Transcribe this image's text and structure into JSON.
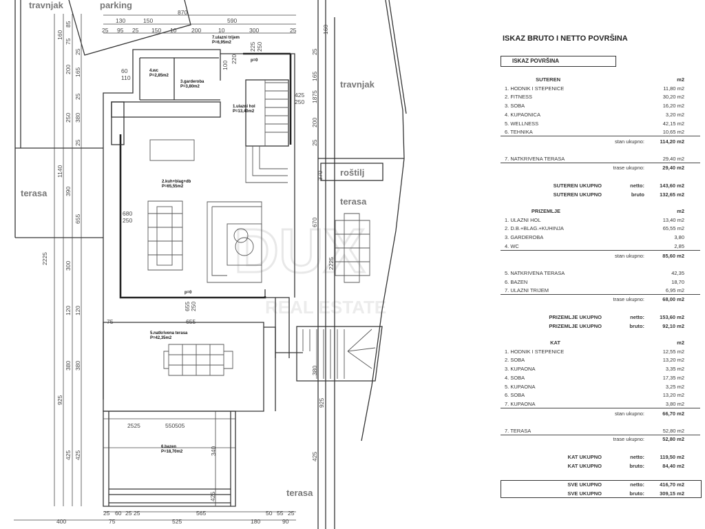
{
  "plan": {
    "labels": {
      "travnjak_left": "travnjak",
      "parking": "parking",
      "travnjak_right": "travnjak",
      "rostilj": "roštilj",
      "terasa_left": "terasa",
      "terasa_right": "terasa",
      "terasa_bottom": "terasa"
    },
    "rooms": {
      "ulazni_trijem": [
        "7.ulazni trijem",
        "P=6,95m2"
      ],
      "wc": [
        "4.wc",
        "P=2,85m2"
      ],
      "garderoba": [
        "3.garderoba",
        "P=3,80m2"
      ],
      "ulazni_hol": [
        "1.ulazni hol",
        "P=13,40m2"
      ],
      "kuhinja": [
        "2.kuh+blag+db",
        "P=65,55m2"
      ],
      "natkrivena_terasa": [
        "5.natkrivena terasa",
        "P=42,35m2"
      ],
      "bazen": [
        "6.bazen",
        "P=18,70m2"
      ]
    },
    "levels": [
      "p=0",
      "p=0"
    ],
    "dimensions": [
      "870",
      "130",
      "150",
      "590",
      "25",
      "95",
      "25",
      "150",
      "10",
      "200",
      "10",
      "300",
      "25",
      "160",
      "85",
      "75",
      "25",
      "200",
      "165",
      "25",
      "250",
      "380",
      "25",
      "1140",
      "390",
      "655",
      "300",
      "2225",
      "120",
      "120",
      "380",
      "380",
      "925",
      "425",
      "425",
      "25",
      "60",
      "25",
      "25",
      "565",
      "50",
      "55",
      "25",
      "400",
      "75",
      "525",
      "180",
      "90",
      "60",
      "110",
      "100",
      "220",
      "225",
      "250",
      "425",
      "250",
      "680",
      "250",
      "655",
      "250",
      "75",
      "655",
      "2525",
      "550505",
      "340",
      "425",
      "160",
      "25",
      "165",
      "1875",
      "200",
      "25",
      "370",
      "670",
      "2225",
      "380",
      "925",
      "425"
    ],
    "watermark": [
      "DUX",
      "REAL ESTATE"
    ]
  },
  "table": {
    "title": "ISKAZ BRUTO I NETTO POVRŠINA",
    "box_label": "ISKAZ POVRŠINA",
    "sections": [
      {
        "name": "SUTEREN",
        "unit": "m2",
        "items": [
          {
            "label": "1. HODNIK I STEPENICE",
            "value": "11,80 m2"
          },
          {
            "label": "2. FITNESS",
            "value": "30,20 m2"
          },
          {
            "label": "3. SOBA",
            "value": "16,20 m2"
          },
          {
            "label": "4. KUPAONICA",
            "value": "3,20 m2"
          },
          {
            "label": "5. WELLNESS",
            "value": "42,15 m2"
          },
          {
            "label": "6. TEHNIKA",
            "value": "10,65 m2"
          }
        ],
        "subtotal": {
          "label": "stan ukupno:",
          "value": "114,20  m2"
        },
        "terrace_items": [
          {
            "label": "7. NATKRIVENA TERASA",
            "value": "29,40 m2"
          }
        ],
        "terrace_total": {
          "label": "trase ukupno:",
          "value": "29,40  m2"
        },
        "totals": [
          {
            "label": "SUTEREN   UKUPNO",
            "kind": "netto:",
            "value": "143,60 m2"
          },
          {
            "label": "SUTEREN   UKUPNO",
            "kind": "bruto",
            "value": "132,65 m2"
          }
        ]
      },
      {
        "name": "PRIZEMLJE",
        "unit": "m2",
        "items": [
          {
            "label": "1. ULAZNI HOL",
            "value": "13,40 m2"
          },
          {
            "label": "2. D.B.+BLAG.+KUHINJA",
            "value": "65,55 m2"
          },
          {
            "label": "3. GARDEROBA",
            "value": "3,80"
          },
          {
            "label": "4. WC",
            "value": "2,85"
          }
        ],
        "subtotal": {
          "label": "stan ukupno:",
          "value": "85,60  m2"
        },
        "terrace_items": [
          {
            "label": "5. NATKRIVENA TERASA",
            "value": "42,35"
          },
          {
            "label": "6. BAZEN",
            "value": "18,70"
          },
          {
            "label": "7. ULAZNI TRIJEM",
            "value": "6,95 m2"
          }
        ],
        "terrace_total": {
          "label": "trase ukupno:",
          "value": "68,00  m2"
        },
        "totals": [
          {
            "label": "PRIZEMLJE UKUPNO",
            "kind": "netto:",
            "value": "153,60 m2"
          },
          {
            "label": "PRIZEMLJE UKUPNO",
            "kind": "bruto:",
            "value": "92,10 m2"
          }
        ]
      },
      {
        "name": "KAT",
        "unit": "m2",
        "items": [
          {
            "label": "1. HODNIK I STEPENICE",
            "value": "12,55 m2"
          },
          {
            "label": "2. SOBA",
            "value": "13,20 m2"
          },
          {
            "label": "3. KUPAONA",
            "value": "3,35 m2"
          },
          {
            "label": "4. SOBA",
            "value": "17,35 m2"
          },
          {
            "label": "5. KUPAONA",
            "value": "3,25 m2"
          },
          {
            "label": "6. SOBA",
            "value": "13,20 m2"
          },
          {
            "label": "7. KUPAONA",
            "value": "3,80 m2"
          }
        ],
        "subtotal": {
          "label": "stan ukupno:",
          "value": "66,70  m2"
        },
        "terrace_items": [
          {
            "label": "7. TERASA",
            "value": "52,80 m2"
          }
        ],
        "terrace_total": {
          "label": "trase ukupno:",
          "value": "52,80  m2"
        },
        "totals": [
          {
            "label": "KAT UKUPNO",
            "kind": "netto:",
            "value": "119,50 m2"
          },
          {
            "label": "KAT UKUPNO",
            "kind": "bruto:",
            "value": "84,40 m2"
          }
        ]
      }
    ],
    "grand_totals": [
      {
        "label": "SVE UKUPNO",
        "kind": "netto:",
        "value": "416,70 m2"
      },
      {
        "label": "SVE UKUPNO",
        "kind": "bruto:",
        "value": "309,15 m2"
      }
    ]
  }
}
